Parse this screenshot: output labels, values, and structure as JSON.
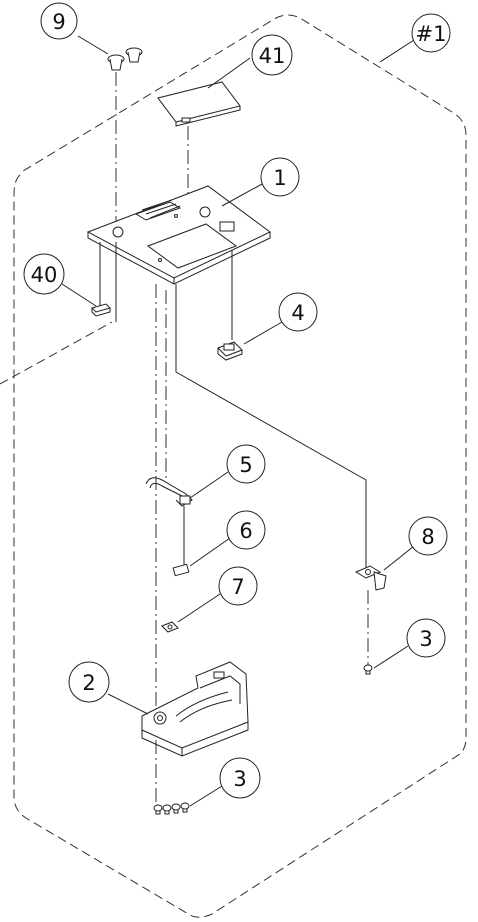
{
  "assembly_label": "#1",
  "callouts": [
    {
      "id": "c9",
      "label": "9"
    },
    {
      "id": "c41",
      "label": "41"
    },
    {
      "id": "c1",
      "label": "1"
    },
    {
      "id": "c40",
      "label": "40"
    },
    {
      "id": "c4",
      "label": "4"
    },
    {
      "id": "c5",
      "label": "5"
    },
    {
      "id": "c6",
      "label": "6"
    },
    {
      "id": "c7",
      "label": "7"
    },
    {
      "id": "c8",
      "label": "8"
    },
    {
      "id": "c3a",
      "label": "3"
    },
    {
      "id": "c2",
      "label": "2"
    },
    {
      "id": "c3b",
      "label": "3"
    }
  ]
}
